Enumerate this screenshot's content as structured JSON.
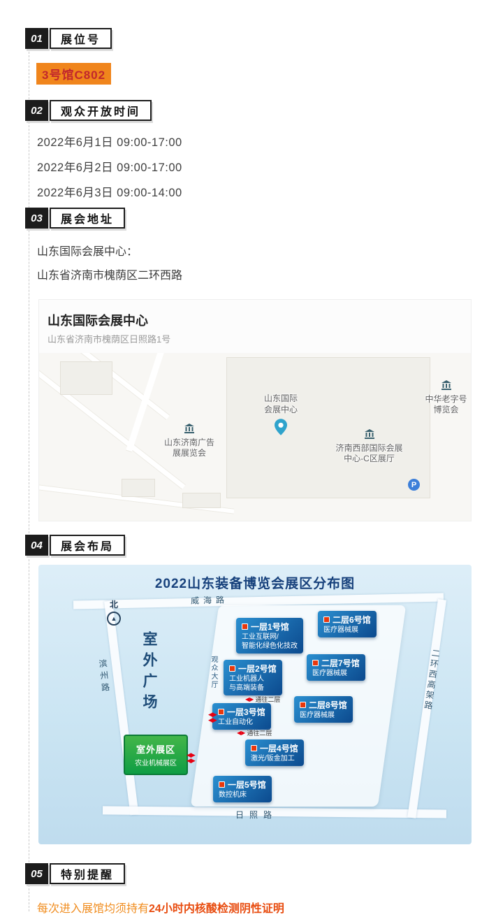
{
  "colors": {
    "accent_orange": "#f0851c",
    "accent_red": "#c1272d",
    "hall_blue_dark": "#0c4a8e",
    "hall_blue_light": "#2a8fd0",
    "outdoor_green": "#0f9d44"
  },
  "sections": {
    "s1": {
      "num": "01",
      "title": "展位号"
    },
    "s2": {
      "num": "02",
      "title": "观众开放时间"
    },
    "s3": {
      "num": "03",
      "title": "展会地址"
    },
    "s4": {
      "num": "04",
      "title": "展会布局"
    },
    "s5": {
      "num": "05",
      "title": "特别提醒"
    }
  },
  "booth": {
    "label": "3号馆C802"
  },
  "open_times": [
    "2022年6月1日 09:00-17:00",
    "2022年6月2日 09:00-17:00",
    "2022年6月3日 09:00-14:00"
  ],
  "address": {
    "line1": "山东国际会展中心：",
    "line2": "山东省济南市槐荫区二环西路"
  },
  "map_card": {
    "title": "山东国际会展中心",
    "subtitle": "山东省济南市槐荫区日照路1号",
    "pois": {
      "center": {
        "line1": "山东国际",
        "line2": "会展中心"
      },
      "left": {
        "line1": "山东济南广告",
        "line2": "展展览会"
      },
      "top_right": {
        "line1": "中华老字号",
        "line2": "博览会"
      },
      "right": {
        "line1": "济南西部国际会展",
        "line2": "中心-C区展厅"
      },
      "parking": "P"
    }
  },
  "layout_map": {
    "title": "2022山东装备博览会展区分布图",
    "north": "北",
    "roads": {
      "top": "威海路",
      "left": "滨州路",
      "bottom": "日照路",
      "right": "二环西高架路"
    },
    "plaza": "室外广场",
    "audience_hall": "观众大厅",
    "to_second_floor": "通往二层",
    "halls": {
      "h1": {
        "name": "一层1号馆",
        "desc1": "工业互联网/",
        "desc2": "智能化绿色化技改"
      },
      "h6": {
        "name": "二层6号馆",
        "desc1": "医疗器械展"
      },
      "h2": {
        "name": "一层2号馆",
        "desc1": "工业机器人",
        "desc2": "与高端装备"
      },
      "h7": {
        "name": "二层7号馆",
        "desc1": "医疗器械展"
      },
      "h3": {
        "name": "一层3号馆",
        "desc1": "工业自动化"
      },
      "h8": {
        "name": "二层8号馆",
        "desc1": "医疗器械展"
      },
      "h4": {
        "name": "一层4号馆",
        "desc1": "激光/钣金加工"
      },
      "h5": {
        "name": "一层5号馆",
        "desc1": "数控机床"
      }
    },
    "outdoor": {
      "name": "室外展区",
      "desc": "农业机械展区"
    }
  },
  "icons": {
    "north_arrow": "▲",
    "entrance_arrows": "◀▶"
  },
  "reminder": {
    "prefix": "每次进入展馆均须持有",
    "highlight": "24小时内核酸检测阴性证明"
  }
}
